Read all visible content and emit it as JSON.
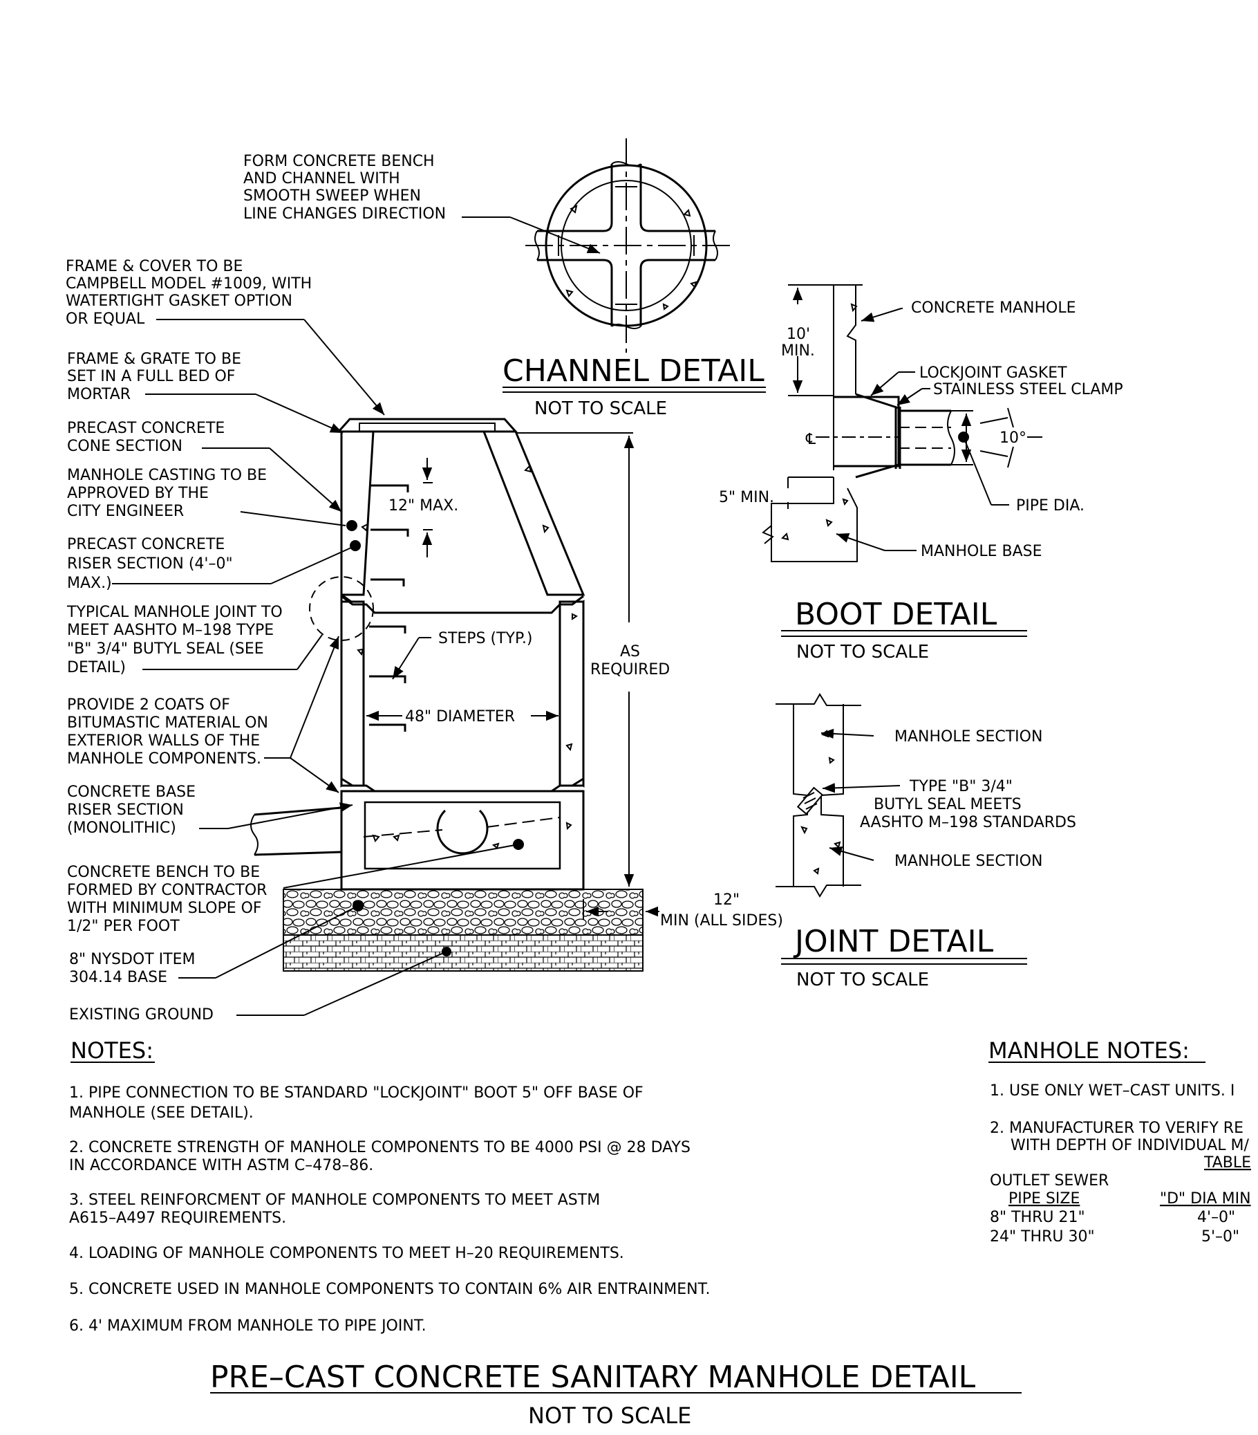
{
  "channel": {
    "callout": [
      "FORM CONCRETE BENCH",
      "AND CHANNEL WITH",
      "SMOOTH SWEEP WHEN",
      "LINE CHANGES DIRECTION"
    ],
    "title": "CHANNEL DETAIL",
    "scale": "NOT TO SCALE"
  },
  "manhole": {
    "labels": {
      "frame_cover": [
        "FRAME & COVER TO BE",
        "CAMPBELL MODEL #1009, WITH",
        "WATERTIGHT GASKET OPTION",
        "OR EQUAL"
      ],
      "frame_grate": [
        "FRAME & GRATE TO BE",
        "SET IN A FULL BED OF",
        "MORTAR"
      ],
      "cone": [
        "PRECAST CONCRETE",
        "CONE SECTION"
      ],
      "casting": [
        "MANHOLE CASTING TO BE",
        "APPROVED BY THE",
        "CITY ENGINEER"
      ],
      "riser": [
        "PRECAST CONCRETE",
        "RISER SECTION (4'–0\"",
        "MAX.)"
      ],
      "joint": [
        "TYPICAL MANHOLE JOINT TO",
        "MEET AASHTO M–198 TYPE",
        "\"B\" 3/4\" BUTYL SEAL (SEE",
        "DETAIL)"
      ],
      "coats": [
        "PROVIDE 2 COATS OF",
        "BITUMASTIC MATERIAL ON",
        "EXTERIOR WALLS OF THE",
        "MANHOLE COMPONENTS."
      ],
      "base": [
        "CONCRETE BASE",
        "RISER SECTION",
        "(MONOLITHIC)"
      ],
      "bench": [
        "CONCRETE BENCH TO BE",
        "FORMED BY CONTRACTOR",
        "WITH MINIMUM SLOPE OF",
        "1/2\" PER FOOT"
      ],
      "nysdot": [
        "8\" NYSDOT ITEM",
        "304.14 BASE"
      ],
      "ground": "EXISTING GROUND"
    },
    "dims": {
      "max12": "12\" MAX.",
      "steps": "STEPS (TYP.)",
      "diameter": "48\" DIAMETER",
      "as_required": [
        "AS",
        "REQUIRED"
      ],
      "min12": [
        "12\"",
        "MIN (ALL SIDES)"
      ]
    }
  },
  "boot": {
    "labels": {
      "concrete": "CONCRETE MANHOLE",
      "gasket": "LOCKJOINT GASKET",
      "clamp": "STAINLESS STEEL CLAMP",
      "pipe_dia": "PIPE DIA.",
      "base": "MANHOLE BASE",
      "min10": [
        "10'",
        "MIN."
      ],
      "angle": "10°",
      "min5": "5\" MIN.",
      "cl": "℄"
    },
    "title": "BOOT DETAIL",
    "scale": "NOT TO SCALE"
  },
  "joint": {
    "labels": {
      "section_top": "MANHOLE SECTION",
      "seal": [
        "TYPE \"B\" 3/4\"",
        "BUTYL SEAL MEETS",
        "AASHTO M–198 STANDARDS"
      ],
      "section_bottom": "MANHOLE SECTION"
    },
    "title": "JOINT DETAIL",
    "scale": "NOT TO SCALE"
  },
  "notes": {
    "heading": "NOTES:",
    "items": [
      [
        "1. PIPE CONNECTION TO BE STANDARD \"LOCKJOINT\" BOOT 5\" OFF BASE OF",
        "MANHOLE (SEE DETAIL)."
      ],
      [
        "2. CONCRETE STRENGTH OF MANHOLE COMPONENTS TO BE 4000 PSI @ 28 DAYS",
        "IN ACCORDANCE WITH ASTM C–478–86."
      ],
      [
        "3. STEEL REINFORCMENT OF MANHOLE COMPONENTS TO MEET ASTM",
        "A615–A497 REQUIREMENTS."
      ],
      [
        "4. LOADING OF MANHOLE COMPONENTS TO MEET H–20 REQUIREMENTS."
      ],
      [
        "5. CONCRETE USED IN MANHOLE COMPONENTS TO CONTAIN 6% AIR ENTRAINMENT."
      ],
      [
        "6. 4' MAXIMUM FROM MANHOLE TO PIPE JOINT."
      ]
    ]
  },
  "manhole_notes": {
    "heading": "MANHOLE NOTES:",
    "item1": "1. USE ONLY WET–CAST UNITS. I",
    "item2": [
      "2. MANUFACTURER TO VERIFY RE",
      "WITH DEPTH OF INDIVIDUAL M/"
    ],
    "table_label": "TABLE",
    "col1_header": [
      "OUTLET SEWER",
      "PIPE SIZE"
    ],
    "col2_header": "\"D\" DIA MIN",
    "rows": [
      [
        "8\" THRU 21\"",
        "4'–0\""
      ],
      [
        "24\" THRU 30\"",
        "5'–0\""
      ]
    ]
  },
  "title": {
    "main": "PRE–CAST CONCRETE SANITARY MANHOLE DETAIL",
    "scale": "NOT TO SCALE"
  }
}
